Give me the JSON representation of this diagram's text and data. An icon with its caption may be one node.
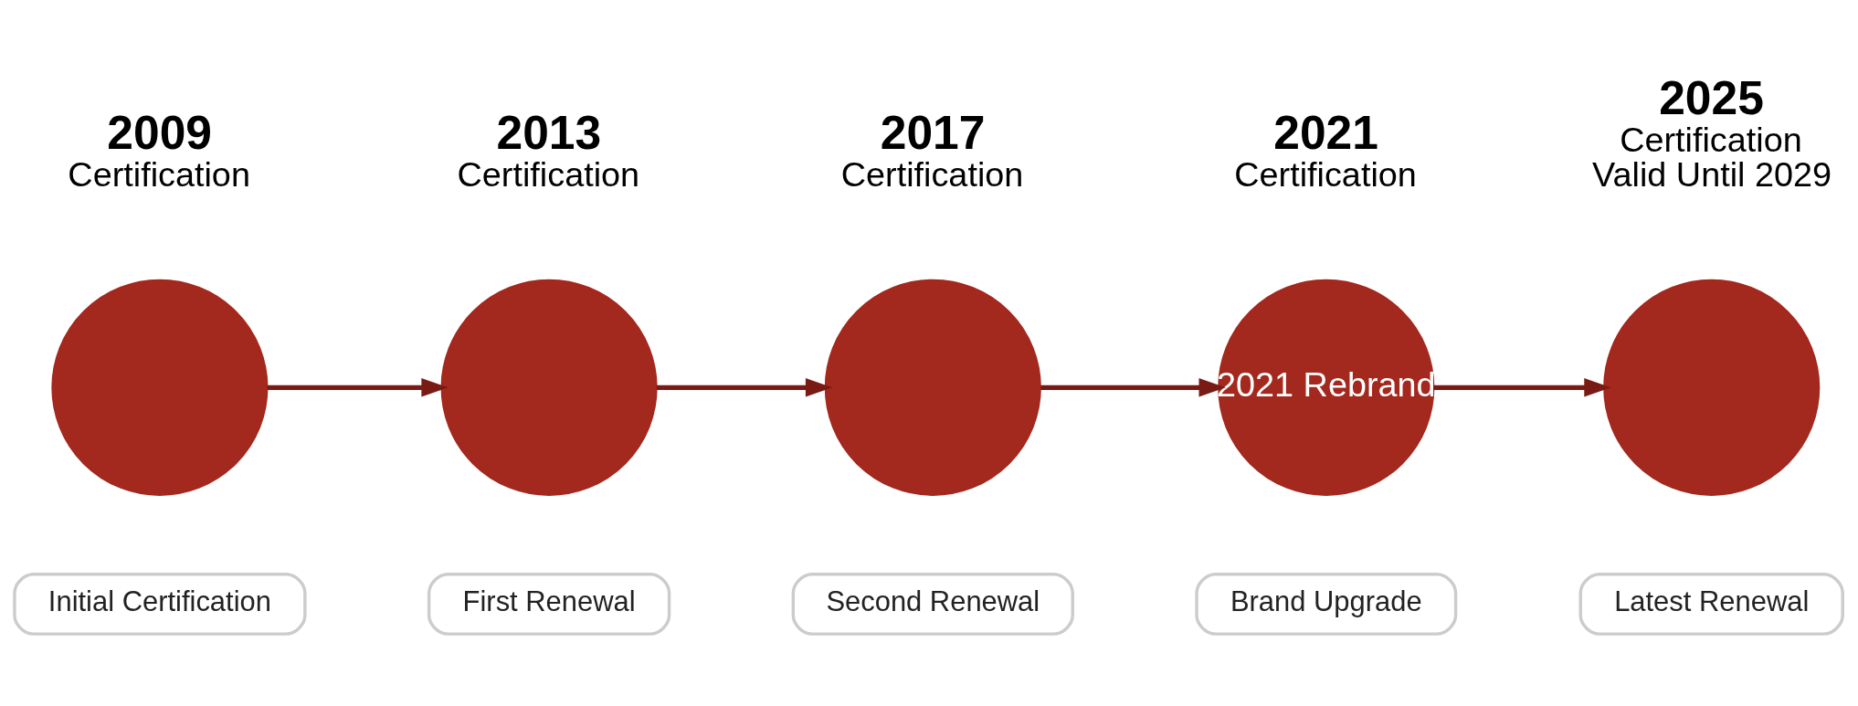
{
  "diagram": {
    "nodes": [
      {
        "text": [],
        "shape": "circle",
        "beside": [
          "2009",
          "Certification"
        ]
      },
      {
        "text": [],
        "shape": "circle",
        "beside": [
          "2013",
          "Certification"
        ]
      },
      {
        "text": [],
        "shape": "circle",
        "beside": [
          "2017",
          "Certification"
        ]
      },
      {
        "text": [
          "2021 Rebrand"
        ],
        "beside": [
          "2021",
          "Certification"
        ]
      },
      {
        "text": [],
        "shape": "circle",
        "beside": [
          "2025",
          "Certification",
          "Valid Until 2029"
        ]
      },
      {
        "text": [
          "Initial Certification"
        ]
      },
      {
        "text": [
          "First Renewal"
        ]
      },
      {
        "text": [
          "Second Renewal"
        ]
      },
      {
        "text": [
          "Brand Upgrade"
        ]
      },
      {
        "text": [
          "Latest Renewal"
        ]
      }
    ],
    "edges": [
      {
        "from": 0,
        "to": 1,
        "arrow": "to"
      },
      {
        "from": 1,
        "to": 2,
        "arrow": "to"
      },
      {
        "from": 2,
        "to": 3,
        "arrow": "to"
      },
      {
        "from": 3,
        "to": 4,
        "arrow": "to"
      }
    ]
  }
}
